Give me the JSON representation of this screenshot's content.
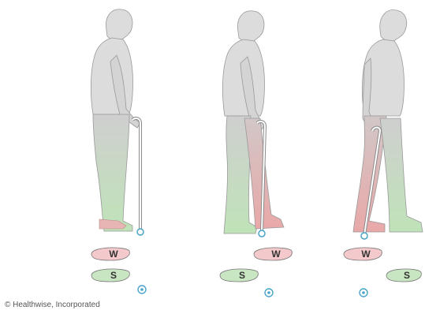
{
  "figures": [
    {
      "id": "step-1",
      "weak_label": "W",
      "strong_label": "S"
    },
    {
      "id": "step-2",
      "weak_label": "W",
      "strong_label": "S"
    },
    {
      "id": "step-3",
      "weak_label": "W",
      "strong_label": "S"
    }
  ],
  "colors": {
    "body": "#dcdcdc",
    "outline": "#8a8a8a",
    "weak_leg": "#e8b5b5",
    "strong_leg": "#b8dfb2",
    "weak_print": "#f3c9cc",
    "strong_print": "#c9e6c3",
    "cane": "#ffffff",
    "cane_tip": "#4aa3c8"
  },
  "icons": [
    "cane-tip-icon"
  ],
  "copyright": "© Healthwise, Incorporated"
}
